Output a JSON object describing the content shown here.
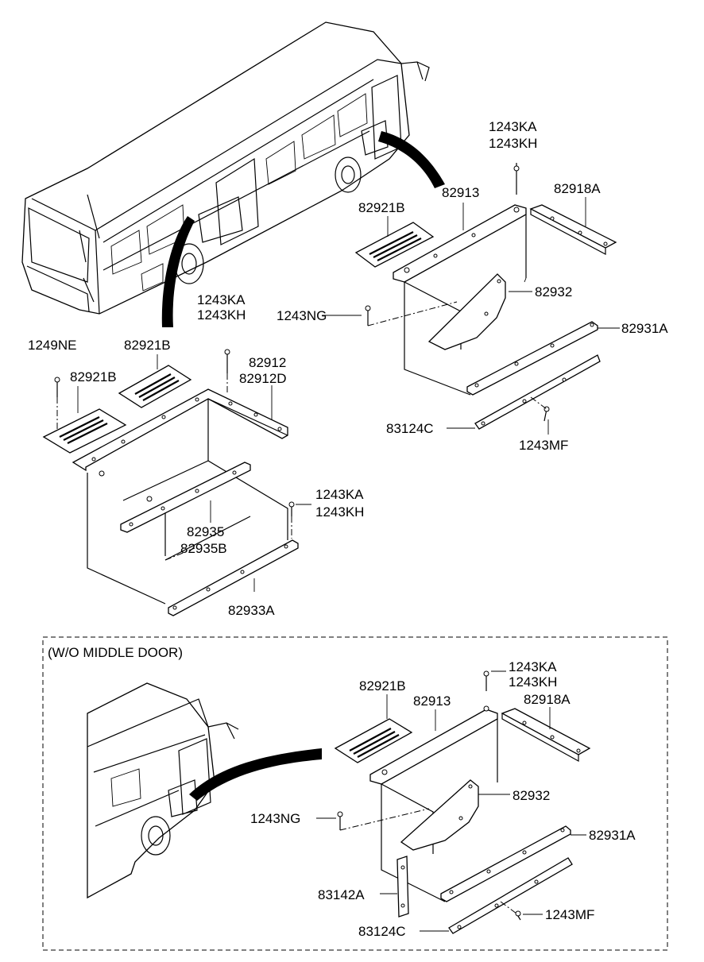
{
  "labels": {
    "l_1243KA_top": "1243KA",
    "l_1243KH_top": "1243KH",
    "l_82913_top": "82913",
    "l_82918A_top": "82918A",
    "l_82921B_top": "82921B",
    "l_82932_top": "82932",
    "l_1243NG_top": "1243NG",
    "l_82931A_top": "82931A",
    "l_83124C_top": "83124C",
    "l_1243MF_top": "1243MF",
    "l_1243KA_mid": "1243KA",
    "l_1243KH_mid": "1243KH",
    "l_1249NE": "1249NE",
    "l_82921B_mid": "82921B",
    "l_82921B_left": "82921B",
    "l_82912": "82912",
    "l_82912D": "82912D",
    "l_1243KA_low": "1243KA",
    "l_1243KH_low": "1243KH",
    "l_82935": "82935",
    "l_82935B": "82935B",
    "l_82933A": "82933A",
    "box_title": "(W/O MIDDLE DOOR)",
    "l_1243KA_box": "1243KA",
    "l_1243KH_box": "1243KH",
    "l_82921B_box": "82921B",
    "l_82913_box": "82913",
    "l_82918A_box": "82918A",
    "l_82932_box": "82932",
    "l_1243NG_box": "1243NG",
    "l_82931A_box": "82931A",
    "l_83142A_box": "83142A",
    "l_83124C_box": "83124C",
    "l_1243MF_box": "1243MF"
  }
}
